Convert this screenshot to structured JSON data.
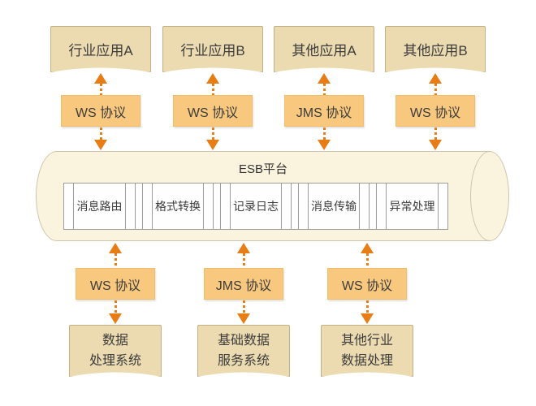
{
  "esb": {
    "title": "ESB平台",
    "modules": [
      "消息路由",
      "格式转换",
      "记录日志",
      "消息传输",
      "异常处理"
    ]
  },
  "top": [
    {
      "app": "行业应用A",
      "protocol": "WS 协议"
    },
    {
      "app": "行业应用B",
      "protocol": "WS 协议"
    },
    {
      "app": "其他应用A",
      "protocol": "JMS 协议"
    },
    {
      "app": "其他应用B",
      "protocol": "WS 协议"
    }
  ],
  "bottom": [
    {
      "protocol": "WS 协议",
      "system_line1": "数据",
      "system_line2": "处理系统"
    },
    {
      "protocol": "JMS 协议",
      "system_line1": "基础数据",
      "system_line2": "服务系统"
    },
    {
      "protocol": "WS 协议",
      "system_line1": "其他行业",
      "system_line2": "数据处理"
    }
  ],
  "colors": {
    "box_fill": "#ecdbb0",
    "box_border": "#c3b183",
    "protocol_fill": "#f8c87e",
    "cylinder_fill": "#faf3de",
    "strip_border": "#9d9d99",
    "arrow": "#e87c15",
    "text": "#3c3c3c"
  }
}
